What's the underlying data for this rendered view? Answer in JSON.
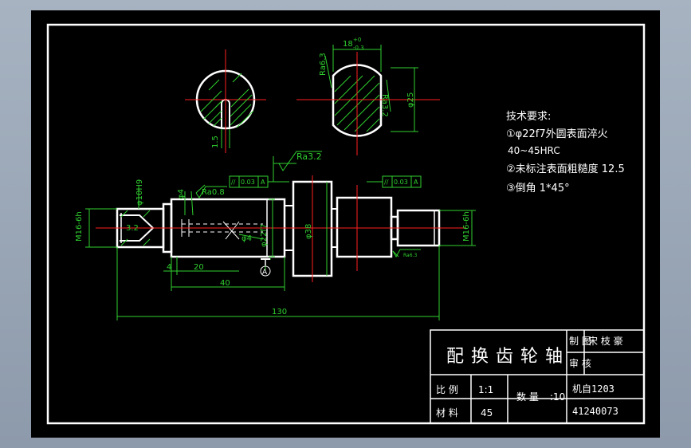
{
  "tech_requirements": {
    "heading": "技术要求:",
    "line1": "①φ22f7外圆表面淬火",
    "line2": "40~45HRC",
    "line3": "②未标注表面粗糙度 12.5",
    "line4": "③倒角 1*45°"
  },
  "section_top": {
    "dim_width": "18",
    "dim_tol_upper": "+0",
    "dim_tol_lower": "-0.3",
    "ra_left": "Ra6.3",
    "ra_right": "Ra3.2",
    "dia": "φ25"
  },
  "section_left": {
    "dim": "1.5"
  },
  "shaft": {
    "ra_top": "Ra3.2",
    "ra_small": "Ra0.8",
    "tol_left_sym": "//",
    "tol_left_val": "0.03",
    "tol_left_datum": "A",
    "tol_right_sym": "//",
    "tol_right_val": "0.03",
    "tol_right_datum": "A",
    "dia_hole": "φ10H9",
    "dia_small": "φ4",
    "dia_mid": "φ22f7",
    "dia_hole2": "φ4",
    "dia_gear": "φ38",
    "thread_left": "M16-6h",
    "thread_right": "M16-6h",
    "chamfer": "3.2",
    "ra_tiny": "Ra6.3",
    "datum": "A",
    "dim_4": "4",
    "dim_20": "20",
    "dim_40": "40",
    "dim_130": "130"
  },
  "title_block": {
    "part_name": "配换齿轮轴",
    "made_by_label": "制  图",
    "checked_label": "审  核",
    "name_values": "宋 枝 豪",
    "scale_label": "比  例",
    "scale_value": "1:1",
    "material_label": "材  料",
    "material_value": "45",
    "qty_label": "数  量",
    "qty_value": ":10",
    "class_code": "机自1203",
    "student_no": "41240073"
  }
}
